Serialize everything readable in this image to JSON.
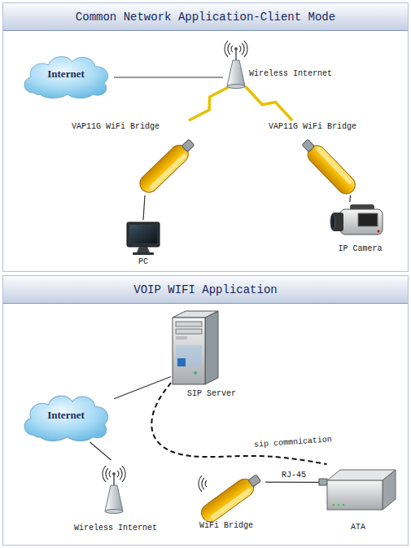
{
  "diagram": {
    "nodes": [
      {
        "text": [
          "Common Network Application-Client Mode"
        ]
      },
      {
        "text": [
          "Internet"
        ],
        "in": 0
      },
      {
        "text": [
          "Wireless Internet"
        ],
        "in": 0
      },
      {
        "text": [
          "VAP11G WiFi Bridge"
        ],
        "in": 0
      },
      {
        "text": [
          "VAP11G WiFi Bridge"
        ],
        "in": 0
      },
      {
        "text": [
          "PC"
        ],
        "in": 0
      },
      {
        "text": [
          "IP Camera"
        ],
        "in": 0
      },
      {
        "text": [
          "VOIP WIFI Application"
        ]
      },
      {
        "text": [
          "SIP Server"
        ],
        "in": 7
      },
      {
        "text": [
          "Internet"
        ],
        "in": 7
      },
      {
        "text": [
          "Wireless Internet"
        ],
        "in": 7
      },
      {
        "text": [
          "WiFi Bridge"
        ],
        "in": 7
      },
      {
        "text": [
          "ATA"
        ],
        "in": 7
      }
    ],
    "edges": [
      {
        "from": 1,
        "to": 2,
        "arrow": "none"
      },
      {
        "from": 2,
        "to": 3,
        "arrow": "none"
      },
      {
        "from": 2,
        "to": 4,
        "arrow": "none"
      },
      {
        "from": 3,
        "to": 5,
        "arrow": "none"
      },
      {
        "from": 4,
        "to": 6,
        "arrow": "none"
      },
      {
        "from": 9,
        "to": 8,
        "arrow": "none"
      },
      {
        "from": 9,
        "to": 10,
        "arrow": "none"
      },
      {
        "from": 8,
        "to": 12,
        "label": "sip commnication",
        "arrow": "none"
      },
      {
        "from": 11,
        "to": 12,
        "label": "RJ-45",
        "arrow": "none"
      }
    ]
  }
}
